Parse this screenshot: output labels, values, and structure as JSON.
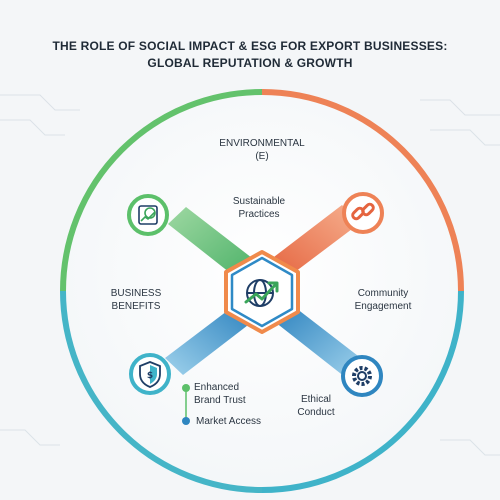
{
  "title": {
    "line1": "THE ROLE OF SOCIAL IMPACT & ESG FOR EXPORT BUSINESSES:",
    "line2": "GLOBAL REPUTATION & GROWTH"
  },
  "labels": {
    "environmental": "ENVIRONMENTAL",
    "environmental_sub": "(E)",
    "sustainable_1": "Sustainable",
    "sustainable_2": "Practices",
    "business_1": "BUSINESS",
    "business_2": "BENEFITS",
    "community_1": "Community",
    "community_2": "Engagement",
    "ethical_1": "Ethical",
    "ethical_2": "Conduct",
    "brand_1": "Enhanced",
    "brand_2": "Brand Trust",
    "market": "Market Access"
  },
  "icons": {
    "center": "globe-growth-icon",
    "top_left": "recycle-chart-icon",
    "top_right": "chain-link-icon",
    "bottom_left": "shield-dollar-icon",
    "bottom_right": "gear-icon"
  },
  "colors": {
    "green": "#5cc06a",
    "orange": "#ee8256",
    "teal": "#3fb3c9",
    "blue": "#2f86c0",
    "navy": "#1f3e66"
  }
}
